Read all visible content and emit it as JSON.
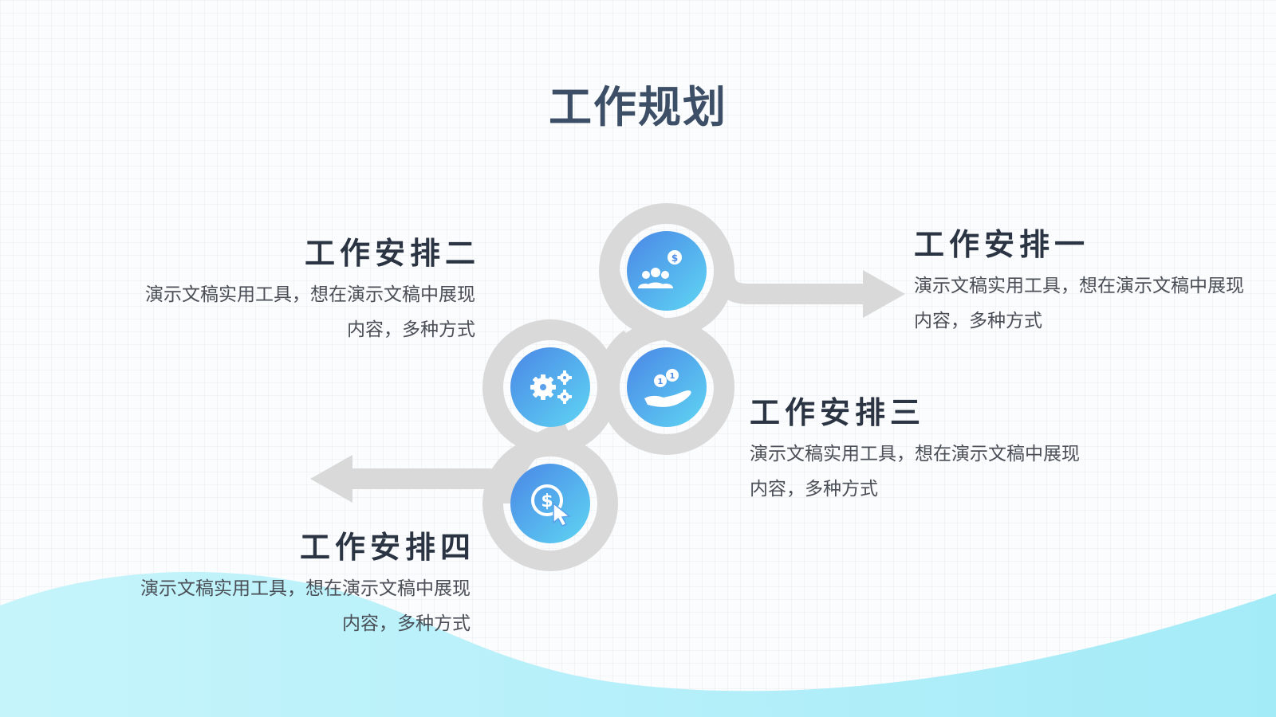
{
  "title": "工作规划",
  "items": [
    {
      "heading": "工作安排一",
      "desc": "演示文稿实用工具，想在演示文稿中展现内容，多种方式",
      "icon": "team-dollar-icon"
    },
    {
      "heading": "工作安排二",
      "desc": "演示文稿实用工具，想在演示文稿中展现内容，多种方式",
      "icon": "gears-icon"
    },
    {
      "heading": "工作安排三",
      "desc": "演示文稿实用工具，想在演示文稿中展现内容，多种方式",
      "icon": "hand-coins-icon"
    },
    {
      "heading": "工作安排四",
      "desc": "演示文稿实用工具，想在演示文稿中展现内容，多种方式",
      "icon": "dollar-click-icon"
    }
  ],
  "colors": {
    "title": "#3d4f66",
    "heading": "#2b3442",
    "desc": "#4a4f57",
    "path": "#d9d9d9",
    "circle_gradient_start": "#4f8ee8",
    "circle_gradient_end": "#5bd2f2",
    "wave_start": "#bff3fb",
    "wave_end": "#a6ecf8"
  }
}
